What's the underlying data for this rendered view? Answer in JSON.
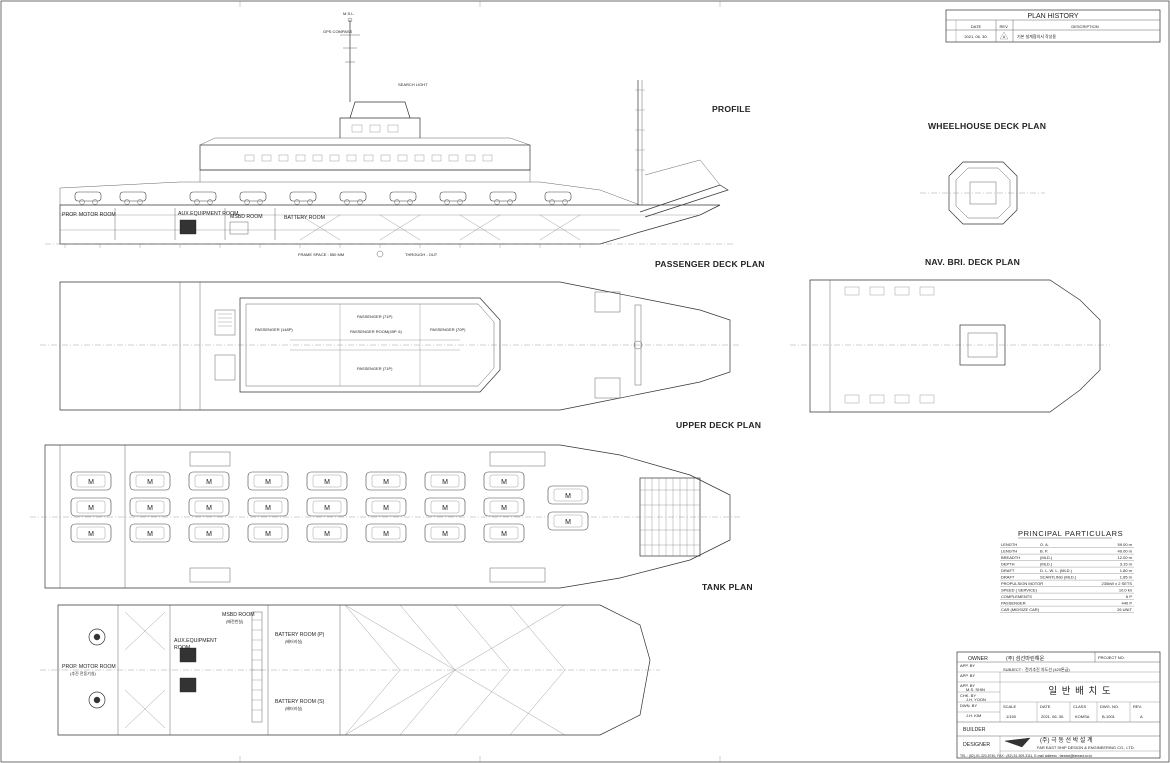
{
  "views": {
    "profile": "PROFILE",
    "wheelhouse_deck": "WHEELHOUSE DECK PLAN",
    "passenger_deck": "PASSENGER DECK PLAN",
    "nav_bri_deck": "NAV. BRI. DECK PLAN",
    "upper_deck": "UPPER DECK PLAN",
    "tank": "TANK PLAN"
  },
  "profile_labels": {
    "msc": "M.S.L.",
    "gps": "GPS COMPASS",
    "search_light": "SEARCH LIGHT",
    "prop_motor": "PROP. MOTOR ROOM",
    "aux_equip": "AUX.EQUIPMENT ROOM",
    "msbd": "MSBD ROOM",
    "battery": "BATTERY ROOM",
    "frame_space": "FRAME SPACE : 550 MM",
    "through_out": "THROUGH - OUT"
  },
  "passenger_labels": {
    "p1": "PASSENGER (148P)",
    "p2": "PASSENGER (71P)",
    "p3": "PASSENGER ROOM(49P. 6)",
    "p4": "PASSENGER (71P)",
    "p5": "PASSENGER (70P)"
  },
  "upper_deck": {
    "car_mark": "M"
  },
  "tank_labels": {
    "prop_motor": "PROP. MOTOR ROOM",
    "prop_motor_kr": "(추진 전동기실)",
    "aux_equip": "AUX.EQUIPMENT",
    "aux_room": "ROOM",
    "msbd": "MSBD ROOM",
    "msbd_kr": "(배전반실)",
    "battery_p": "BATTERY ROOM (P)",
    "battery_p_kr": "(배터리실)",
    "battery_s": "BATTERY ROOM (S)",
    "battery_s_kr": "(배터리실)"
  },
  "plan_history": {
    "title": "PLAN HISTORY",
    "headers": [
      "DATE",
      "REV.",
      "DESCRIPTION"
    ],
    "rows": [
      {
        "date": "2021. 06. 30.",
        "rev": "A",
        "description": "기본 설계협의서 작성용"
      }
    ]
  },
  "particulars": {
    "title": "PRINCIPAL   PARTICULARS",
    "rows": [
      {
        "name": "LENGTH",
        "sub": "O.    A.",
        "value": "59.00 m"
      },
      {
        "name": "LENGTH",
        "sub": "B.    P.",
        "value": "49.00 m"
      },
      {
        "name": "BREADTH",
        "sub": "(MLD.)",
        "value": "12.00 m"
      },
      {
        "name": "DEPTH",
        "sub": "(MLD.)",
        "value": "3.15 m"
      },
      {
        "name": "DRAFT",
        "sub": "D. L. W. L. (MLD.)",
        "value": "1.80 m"
      },
      {
        "name": "DRAFT",
        "sub": "SCANTLING (MLD.)",
        "value": "1.85 m"
      },
      {
        "name": "PROPULSION MOTOR",
        "sub": "",
        "value": "230kW x 2 SETS"
      },
      {
        "name": "SPEED ( SERVICE)",
        "sub": "",
        "value": "10.0 kn"
      },
      {
        "name": "COMPLEMENTS",
        "sub": "",
        "value": "6 P"
      },
      {
        "name": "PASSENGER",
        "sub": "",
        "value": "440 P"
      },
      {
        "name": "CAR (MIDSIZE CAR)",
        "sub": "",
        "value": "26 UNIT"
      }
    ]
  },
  "title_block": {
    "owner_label": "OWNER",
    "owner": "(주) 섬선마린해운",
    "project_label": "PROJECT NO.",
    "app_by": "APP. BY",
    "subject_label": "SUBJECT :",
    "subject": "전기추진 차도선 (420톤급)",
    "app_by2": "APP. BY",
    "app_by3": "APP. BY",
    "name_shin": "M.S. SHIN",
    "chk_by": "CHK. BY",
    "name_yoon": "J.H. YOON",
    "dwn_by": "DWN. BY",
    "name_kim": "J.H. KIM",
    "drawing_title": "일 반 배 치 도",
    "scale_label": "SCALE",
    "scale": "1/150",
    "date_label": "DATE",
    "date": "2021. 06. 30.",
    "class_label": "CLASS",
    "class_value": "KOMSA",
    "dwg_label": "DWG. NO.",
    "dwg_no": "B-1001",
    "rev_label": "REV.",
    "rev": "A",
    "builder": "BUILDER",
    "designer": "DESIGNER",
    "company_kr": "(주) 극 동 선 박 설 계",
    "company_en": "FAR EAST SHIP DESIGN & ENGINEERING CO., LTD.",
    "contact": "TEL : (82)-51-320-5740, FAX : (82)-51-309-3111,  E-mail address : fareast@fareast.co.kr"
  },
  "colors": {
    "line": "#333333",
    "paper": "#ffffff"
  }
}
